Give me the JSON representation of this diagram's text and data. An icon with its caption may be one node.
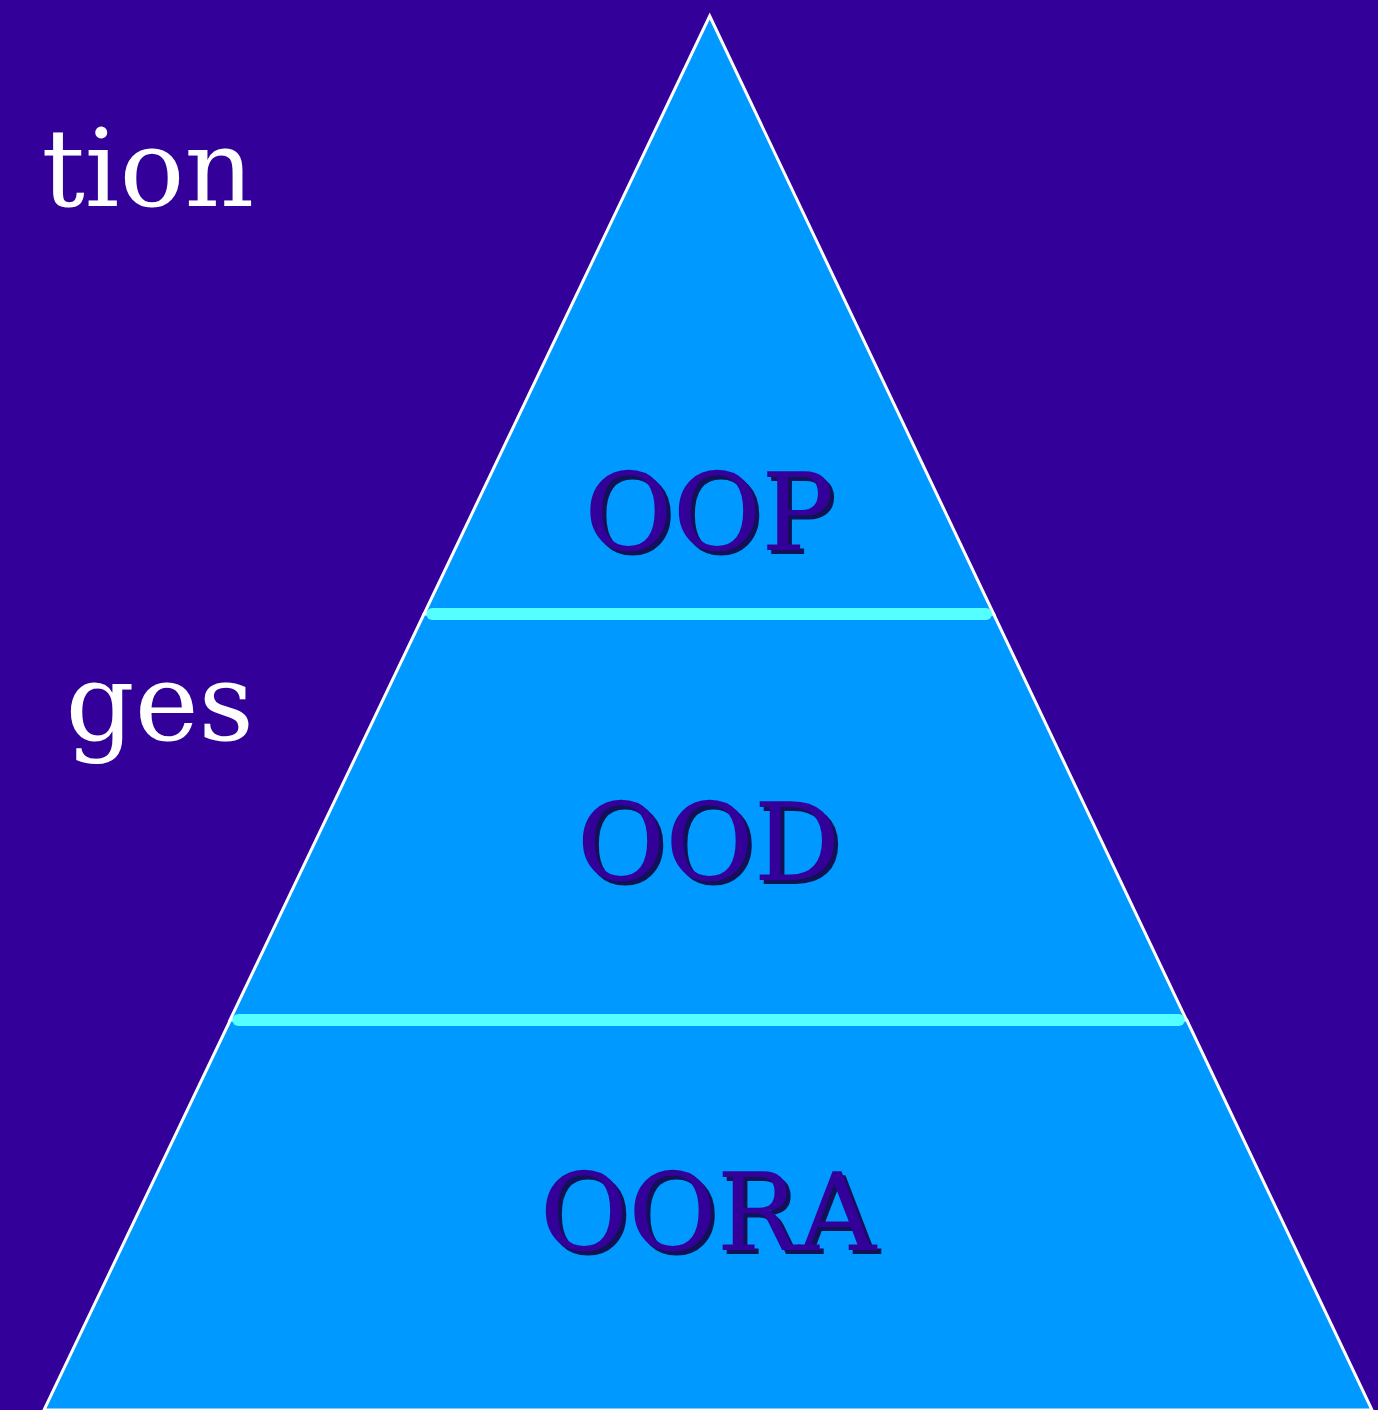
{
  "diagram": {
    "nodes": [
      {
        "text": [
          "OOP"
        ]
      },
      {
        "text": [
          "OOD"
        ]
      },
      {
        "text": [
          "OORA"
        ]
      }
    ],
    "labels": [
      "tion",
      "ges"
    ]
  }
}
